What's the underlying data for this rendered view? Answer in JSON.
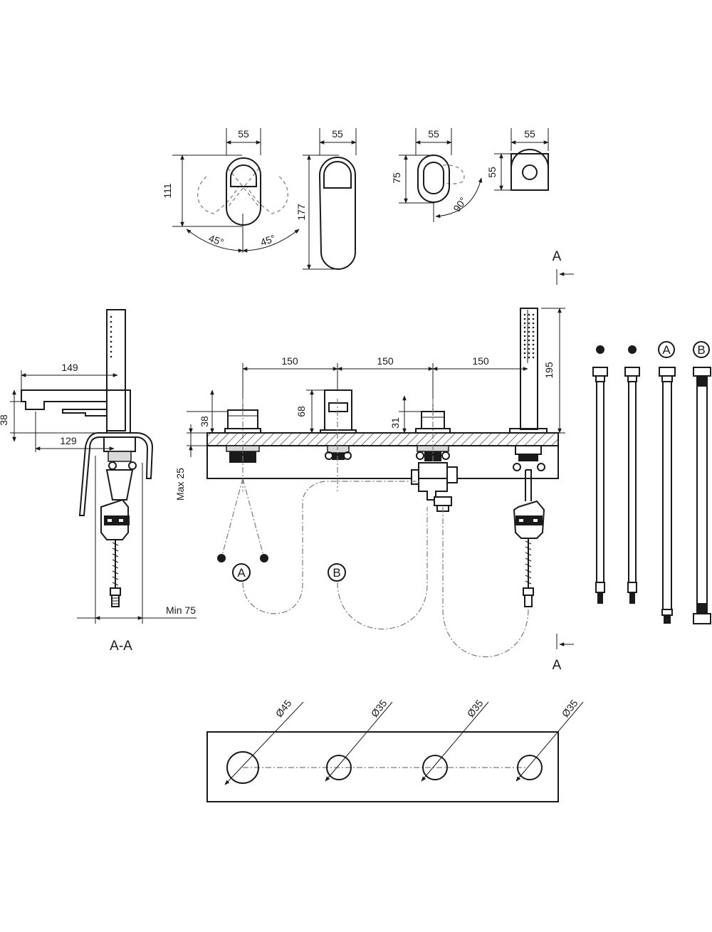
{
  "top_views": {
    "handle_width": "55",
    "handle_height": "111",
    "angle_left": "45°",
    "angle_right": "45°",
    "spout_width": "55",
    "spout_height": "177",
    "diverter_width": "55",
    "diverter_height": "75",
    "diverter_angle": "90°",
    "holder_width": "55",
    "holder_height": "55"
  },
  "section_marker": {
    "top": "A",
    "bottom": "A"
  },
  "side_view": {
    "reach": "149",
    "spout_height": "38",
    "depth": "129",
    "min_clearance": "Min 75",
    "title": "A-A"
  },
  "front_view": {
    "spacing_1": "150",
    "spacing_2": "150",
    "spacing_3": "150",
    "mixer_height": "38",
    "spout_height": "68",
    "diverter_height": "31",
    "shower_height": "195",
    "deck_thickness": "Max 25",
    "connection_a": "A",
    "connection_b": "B"
  },
  "hoses": {
    "label_a": "A",
    "label_b": "B"
  },
  "drill_template": {
    "hole_1": "Ø45",
    "hole_2": "Ø35",
    "hole_3": "Ø35",
    "hole_4": "Ø35"
  }
}
